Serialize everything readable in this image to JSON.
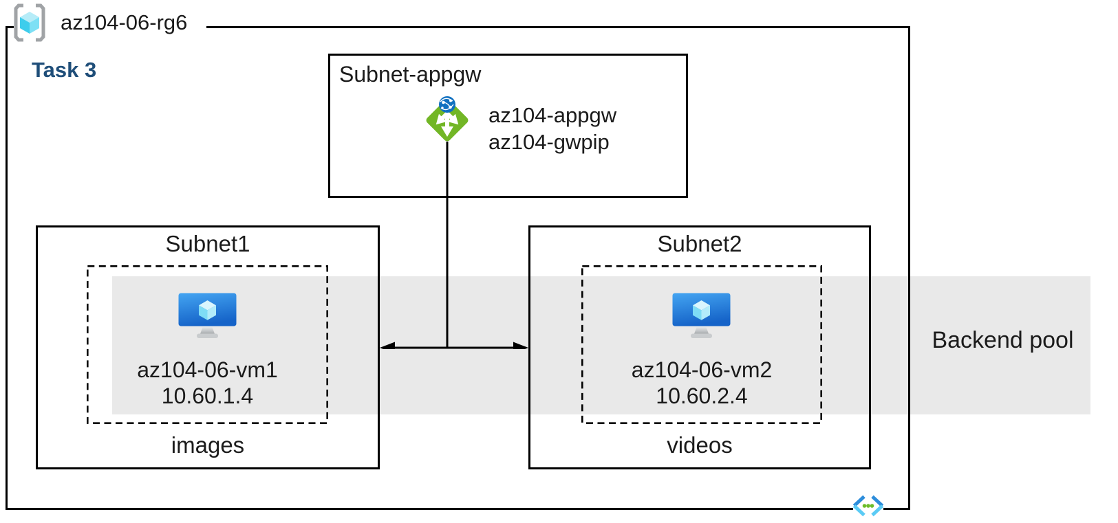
{
  "diagram": {
    "resource_group": {
      "name": "az104-06-rg6"
    },
    "task_label": "Task 3",
    "appgw_subnet": {
      "title": "Subnet-appgw",
      "gateway_name": "az104-appgw",
      "public_ip_name": "az104-gwpip"
    },
    "subnet1": {
      "title": "Subnet1",
      "vm_name": "az104-06-vm1",
      "vm_ip": "10.60.1.4",
      "storage_label": "images"
    },
    "subnet2": {
      "title": "Subnet2",
      "vm_name": "az104-06-vm2",
      "vm_ip": "10.60.2.4",
      "storage_label": "videos"
    },
    "backend_pool_label": "Backend pool"
  },
  "icons": {
    "resource_group": "resource-group-icon",
    "application_gateway": "application-gateway-icon",
    "virtual_machine": "virtual-machine-icon",
    "virtual_network": "virtual-network-icon"
  },
  "colors": {
    "canvas": "#ffffff",
    "line": "#000000",
    "backend_pool_band": "#e9e9e9",
    "task_label_blue": "#1f4e79",
    "appgw_green": "#72b626",
    "globe_blue": "#1070c0",
    "vm_screen_top": "#44a5f2",
    "vm_screen_bottom": "#1563c8",
    "cube_cyan": "#7edcf5",
    "bracket_gray": "#a0a3a6",
    "vnet_blue": "#2d8ddb",
    "vnet_cyan": "#5bcbf5",
    "vnet_green": "#6cbd2a"
  }
}
